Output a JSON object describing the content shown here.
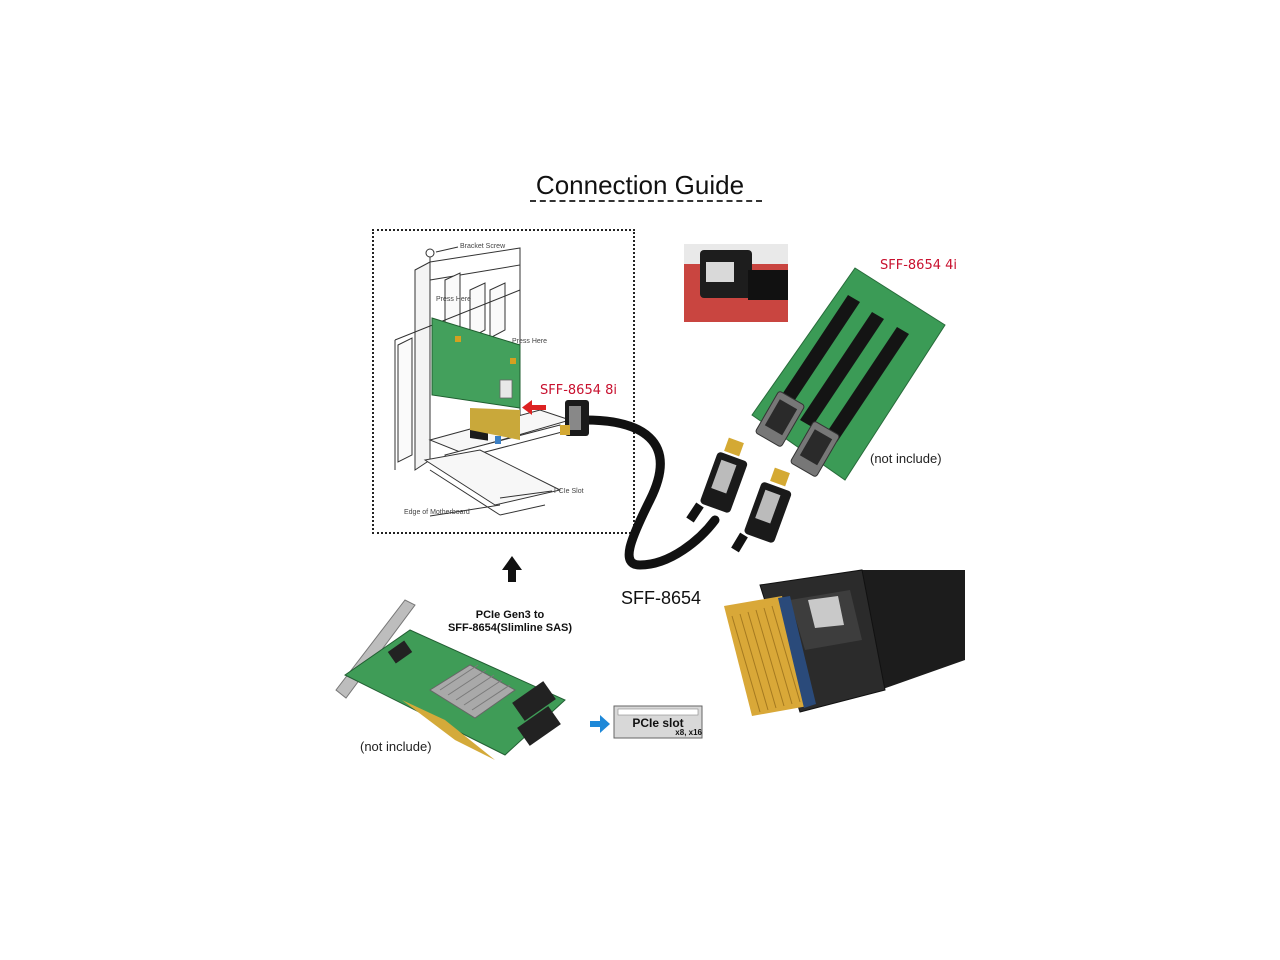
{
  "title": "Connection Guide",
  "install": {
    "bracket_screw": "Bracket Screw",
    "press_here_1": "Press Here",
    "press_here_2": "Press Here",
    "pcie_slot": "PCIe Slot",
    "edge_of_motherboard": "Edge of Motherboard",
    "connector_label": "SFF-8654 8i"
  },
  "riser": {
    "connector_label": "SFF-8654 4i",
    "note": "(not include)"
  },
  "cable": {
    "label": "SFF-8654"
  },
  "controller": {
    "title_line1": "PCIe Gen3 to",
    "title_line2": "SFF-8654(Slimline SAS)",
    "note": "(not include)"
  },
  "slot_badge": {
    "line1": "PCIe slot",
    "line2": "x8, x16"
  },
  "colors": {
    "pcb_green": "#3a9a55",
    "label_red": "#c8102e",
    "arrow_blue": "#1e88d8"
  }
}
